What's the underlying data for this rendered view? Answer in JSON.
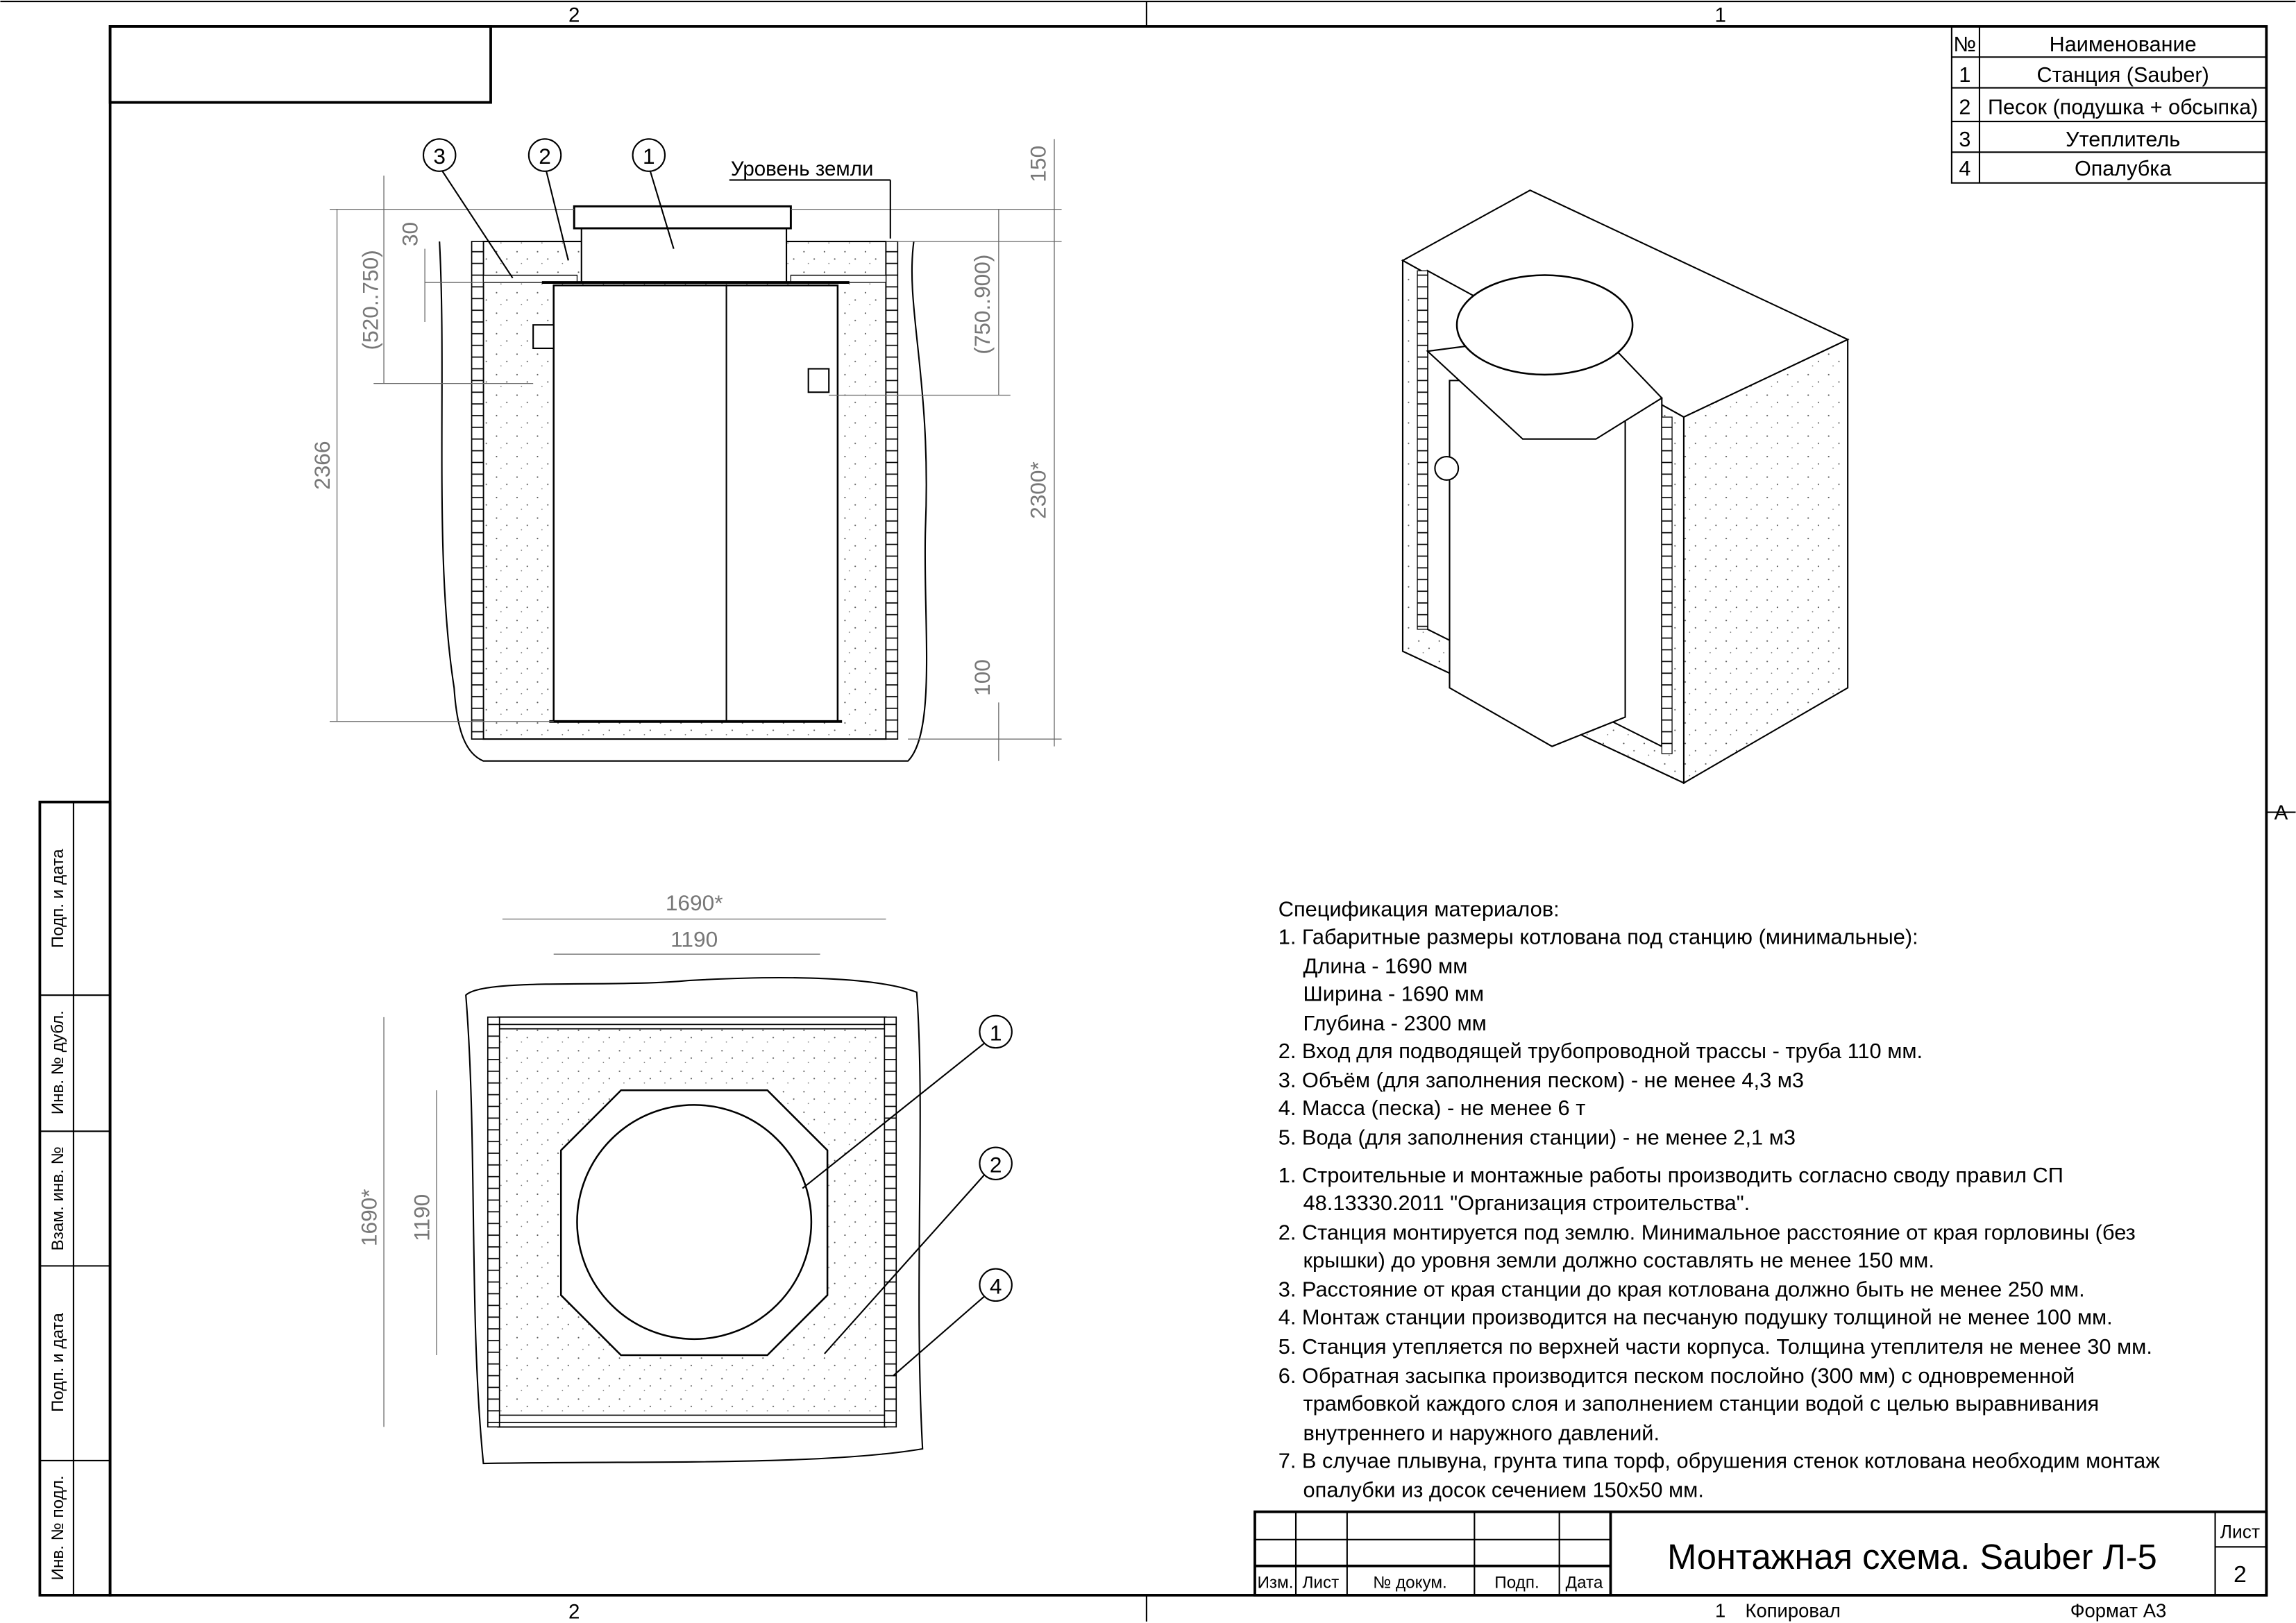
{
  "frame": {
    "zones_top": [
      "2",
      "1"
    ],
    "zones_bottom": [
      "2",
      "1"
    ],
    "zone_right": "A"
  },
  "parts_table": {
    "headers": [
      "№",
      "Наименование"
    ],
    "rows": [
      {
        "no": "1",
        "name": "Станция (Sauber)"
      },
      {
        "no": "2",
        "name": "Песок (подушка + обсыпка)"
      },
      {
        "no": "3",
        "name": "Утеплитель"
      },
      {
        "no": "4",
        "name": "Опалубка"
      }
    ]
  },
  "section_view": {
    "ground_label": "Уровень земли",
    "callouts": [
      "3",
      "2",
      "1"
    ],
    "dimensions": {
      "total_height": "2366",
      "inlet_depth": "(520..750)",
      "insulation": "30",
      "neck_above": "150",
      "outlet_depth": "(750..900)",
      "pit_depth": "2300*",
      "cushion": "100"
    }
  },
  "plan_view": {
    "callouts": [
      "1",
      "2",
      "4"
    ],
    "dimensions": {
      "pit_width": "1690*",
      "body_width": "1190",
      "pit_length": "1690*",
      "body_length": "1190"
    }
  },
  "specification": {
    "title": "Спецификация материалов:",
    "lines": [
      "1. Габаритные размеры котлована под станцию (минимальные):",
      "Длина - 1690 мм",
      "Ширина - 1690 мм",
      "Глубина - 2300 мм",
      "2. Вход для подводящей трубопроводной трассы - труба 110 мм.",
      "3. Объём (для заполнения песком) - не менее 4,3 м3",
      "4. Масса (песка) - не менее 6 т",
      "5. Вода (для заполнения станции) - не менее 2,1 м3"
    ]
  },
  "notes": [
    "1. Строительные и монтажные работы производить согласно своду правил СП",
    "48.13330.2011 \"Организация строительства\".",
    "2. Станция монтируется под землю. Минимальное расстояние от края горловины (без",
    "крышки) до уровня земли должно составлять не менее 150 мм.",
    "3. Расстояние от края станции до края котлована должно быть не менее 250 мм.",
    "4. Монтаж станции производится на песчаную подушку толщиной не менее 100 мм.",
    "5. Станция утепляется по верхней части корпуса. Толщина утеплителя не менее 30 мм.",
    "6. Обратная засыпка производится песком послойно (300 мм) с одновременной",
    "трамбовкой каждого слоя и заполнением станции водой с целью выравнивания",
    "внутреннего и наружного давлений.",
    "7. В случае плывуна, грунта типа торф, обрушения стенок котлована необходим монтаж",
    "опалубки из досок сечением 150х50 мм."
  ],
  "title_block": {
    "title": "Монтажная схема. Sauber Л-5",
    "columns": [
      "Изм.",
      "Лист",
      "№ докум.",
      "Подп.",
      "Дата"
    ],
    "sheet_label": "Лист",
    "sheet_number": "2",
    "copied_label": "Копировал",
    "copied_mark": "1",
    "format_label": "Формат А3"
  },
  "side_stamp": [
    "Инв. № подл.",
    "Подп. и дата",
    "Взам. инв. №",
    "Инв. № дубл.",
    "Подп. и дата"
  ]
}
